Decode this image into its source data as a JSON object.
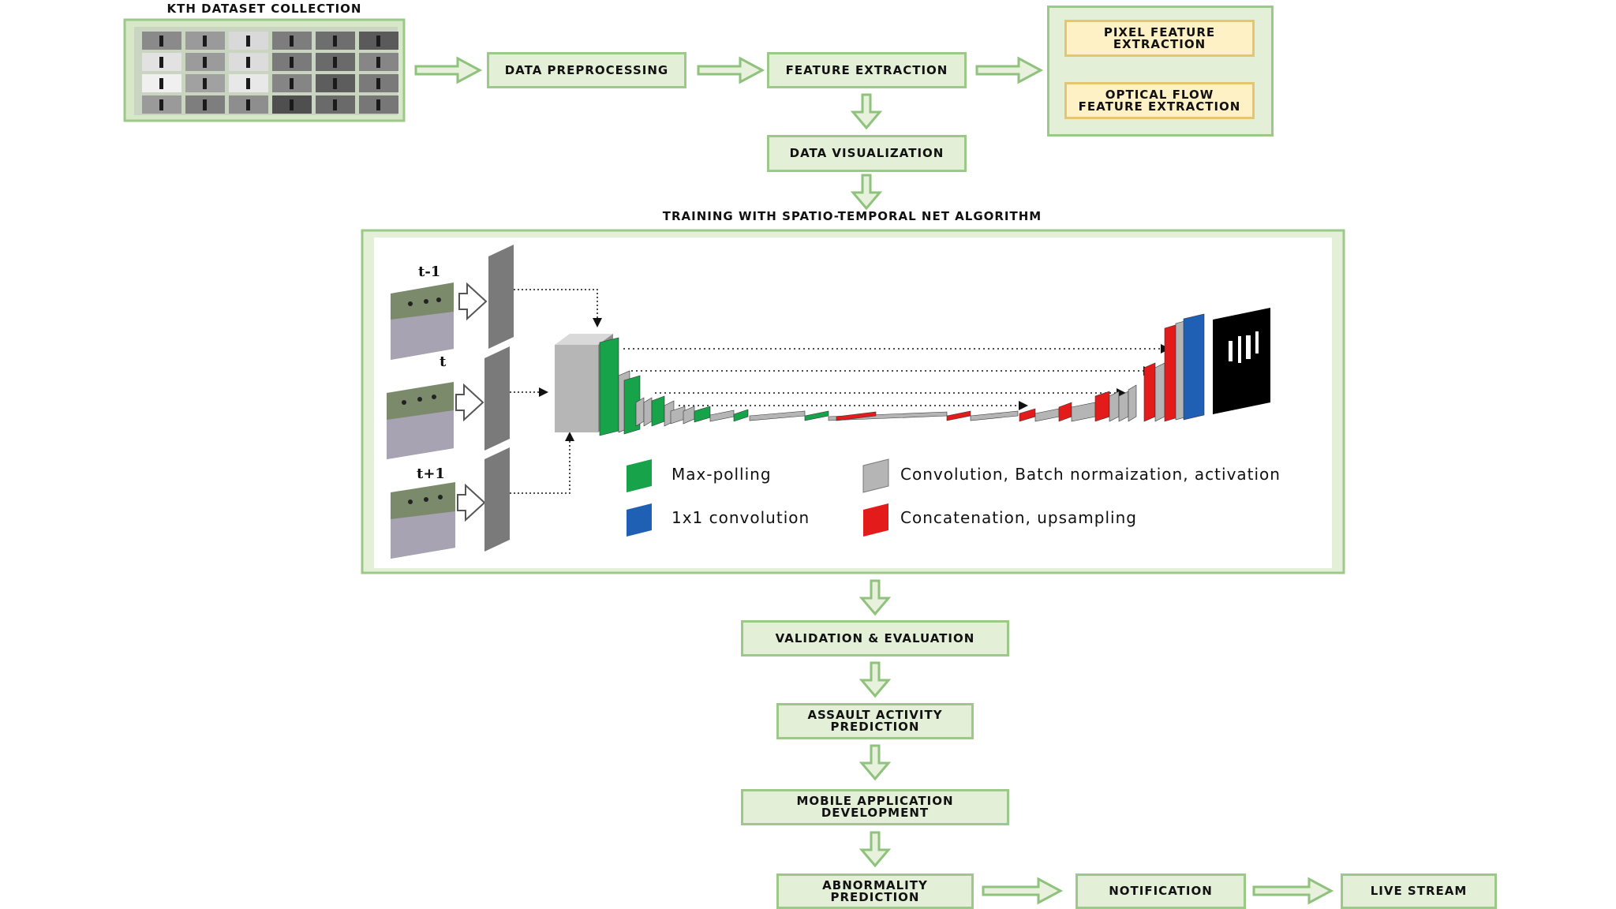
{
  "colors": {
    "box_fill": "#e4efd8",
    "box_border": "#9cc98a",
    "yellow_fill": "#fdf1c5",
    "yellow_border": "#e5c56e",
    "arrow_fill": "#e7f1dc",
    "arrow_stroke": "#8fc27c",
    "legend_green": "#16a34a",
    "legend_blue": "#1f5fb4",
    "legend_gray": "#b5b5b5",
    "legend_red": "#e31b1b"
  },
  "nodes": {
    "kth_caption": "KTH DATASET COLLECTION",
    "data_preprocessing": "DATA PREPROCESSING",
    "feature_extraction": "FEATURE EXTRACTION",
    "pixel_feature": "PIXEL FEATURE\nEXTRACTION",
    "optical_flow": "OPTICAL FLOW\nFEATURE EXTRACTION",
    "data_visualization": "DATA VISUALIZATION",
    "training_caption": "TRAINING WITH SPATIO-TEMPORAL NET ALGORITHM",
    "validation": "VALIDATION & EVALUATION",
    "assault": "ASSAULT ACTIVITY\nPREDICTION",
    "mobile": "MOBILE APPLICATION\nDEVELOPMENT",
    "abnormality": "ABNORMALITY\nPREDICTION",
    "notification": "NOTIFICATION",
    "live_stream": "LIVE STREAM"
  },
  "network": {
    "frame_labels": [
      "t-1",
      "t",
      "t+1"
    ],
    "legend": {
      "maxpool": "Max-polling",
      "conv": "Convolution, Batch normaization, activation",
      "conv1x1": "1x1 convolution",
      "concat": "Concatenation, upsampling"
    }
  }
}
